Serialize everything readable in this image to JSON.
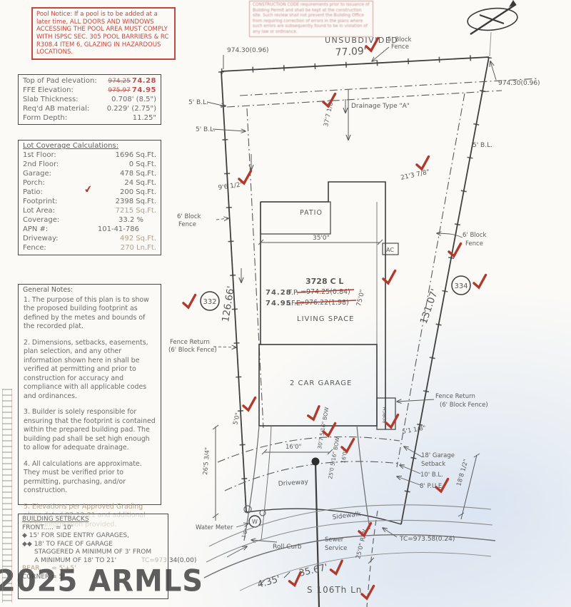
{
  "stamps": {
    "pool_notice": "Pool Notice: If a pool is to be added at a later time, ALL DOORS AND WINDOWS ACCESSING THE POOL AREA MUST COMPLY WITH ISPSC SEC. 305 POOL BARRIERS & RC R308.4 ITEM 6, GLAZING IN HAZARDOUS LOCATIONS.",
    "construction_code": "CONSTRUCTION CODE requirements prior to issuance of Building Permit and shall be kept at the construction site. Such review shall not prevent the Building Office from requiring correction of errors in the plans where such errors are subsequently found to be in violation of any law or ordinance."
  },
  "watermark": "2025 ARMLS",
  "icons": {
    "check": "✔"
  },
  "pad_table": {
    "rows": [
      {
        "label": "Top of Pad elevation:",
        "old": "974.25",
        "value": "74.28"
      },
      {
        "label": "FFE Elevation:",
        "old": "975.97",
        "value": "74.95"
      },
      {
        "label": "Slab Thickness:",
        "value": "0.708' (8.5\")"
      },
      {
        "label": "Req'd AB material:",
        "value": "0.229' (2.75\")"
      },
      {
        "label": "Form Depth:",
        "value": "11.25\""
      }
    ]
  },
  "lot_coverage": {
    "title": "Lot Coverage Calculations:",
    "rows": [
      {
        "label": "1st Floor:",
        "value": "1696 Sq.Ft."
      },
      {
        "label": "2nd Floor:",
        "value": "0 Sq.Ft."
      },
      {
        "label": "Garage:",
        "value": "478 Sq.Ft."
      },
      {
        "label": "Porch:",
        "value": "24 Sq.Ft."
      },
      {
        "label": "Patio:",
        "value": "200 Sq.Ft."
      },
      {
        "label": "Footprint:",
        "value": "2398 Sq.Ft."
      },
      {
        "label": "Lot Area:",
        "value": "7215 Sq.Ft."
      },
      {
        "label": "Coverage:",
        "value": "33.2 %"
      },
      {
        "label": "APN #:",
        "value": "101-41-786"
      },
      {
        "label": "Driveway:",
        "value": "492 Sq.Ft."
      },
      {
        "label": "Fence:",
        "value": "270 Ln.Ft."
      }
    ]
  },
  "general_notes": {
    "title": "General Notes:",
    "n1": "1. The purpose of this plan is to show the proposed building footprint as defined by the metes and bounds of the recorded plat.",
    "n2": "2. Dimensions, setbacks, easements, plan selection, and any other information shown here in shall be verified at permitting and prior to construction for accuracy and compliance with all applicable codes and ordinances.",
    "n3": "3. Builder is solely responsible for ensuring that the footprint is contained within the prepared building pad. The building pad shall be set high enough to allow for adequate drainage.",
    "n4": "4. All calculations are approximate. They must be verified prior to permitting, purchasing, and/or construction.",
    "n5": "5. Elevations per Approved Grading plans dated 02-12-21 and additional lot fill information provided."
  },
  "building_setbacks": {
    "title": "BUILDING SETBACKS",
    "l1": "FRONT..... = 10'",
    "l2": "◆  15' FOR SIDE ENTRY GARAGES,",
    "l3": "◆◆ 18' TO FACE OF GARAGE",
    "l4": "STAGGERED A MINIMUM OF 3' FROM",
    "l5": "A MINIMUM OF 18' TO 21'",
    "l6": "REAR..... = 5'+5'",
    "l7": "CORNER = 5'"
  },
  "plan": {
    "unsubdivided": "UNSUBDIVIDED",
    "dim_top": "77.09'",
    "elev_tl": "974.30(0.96)",
    "elev_tr": "974.30(0.96)",
    "fence5_1": "5' Block",
    "fence5_2": "Fence",
    "bl5": "5' B.L.",
    "drainage": "Drainage Type \"A\"",
    "dim_377": "37'7 1/8\"",
    "dim_2137": "21'3 7/8\"",
    "dim_96": "9'6 1/2\"",
    "fence6_1": "6' Block",
    "fence6_2": "Fence",
    "patio": "PATIO",
    "dim_35": "35'0\"",
    "ac": "AC",
    "len_left": "126.66'",
    "len_right": "131.07'",
    "lot_332": "332",
    "lot_334": "334",
    "plan_no": "3728 C L",
    "fp_val": "74.28",
    "fp_lbl": "F.P.",
    "fp_old": "=974.25(0.84)",
    "ffe_val": "74.95",
    "ffe_lbl": "F.F.E.",
    "ffe_old": "=976.22(1.98)",
    "living": "LIVING SPACE",
    "dim_75": "75'0\"",
    "fr1": "Fence Return",
    "fr2": "(6' Block Fence)",
    "garage": "2 CAR GARAGE",
    "porch": "PORCH",
    "dim_50": "5'0\"",
    "dim_511": "5'1 1/8\"",
    "gs1": "18' Garage",
    "gs2": "Setback",
    "bl10": "10' B.L.",
    "pue": "8' P.U.E.",
    "dim_1881": "18'8 1/2\"",
    "dim_2653": "26'5 3/4\"",
    "dim_16": "16'0\"",
    "bow1": "30'7 5/16\" BOW",
    "bow2": "25'0 5/16\" BOW",
    "driveway": "Driveway",
    "sidewalk": "Sidewalk",
    "water_meter": "Water Meter",
    "w": "W",
    "dim_10": "1'0\"",
    "sewer1": "Sewer",
    "sewer2": "Service",
    "roll_curb": "Roll Curb",
    "tc_left": "TC=973.34(0.00)",
    "tc_right": "TC=973.58(0.24)",
    "rw": "25'0\" R/W",
    "dim_435": "4.35'",
    "dim_3567": "35.67'",
    "street": "S 106Th Ln"
  }
}
